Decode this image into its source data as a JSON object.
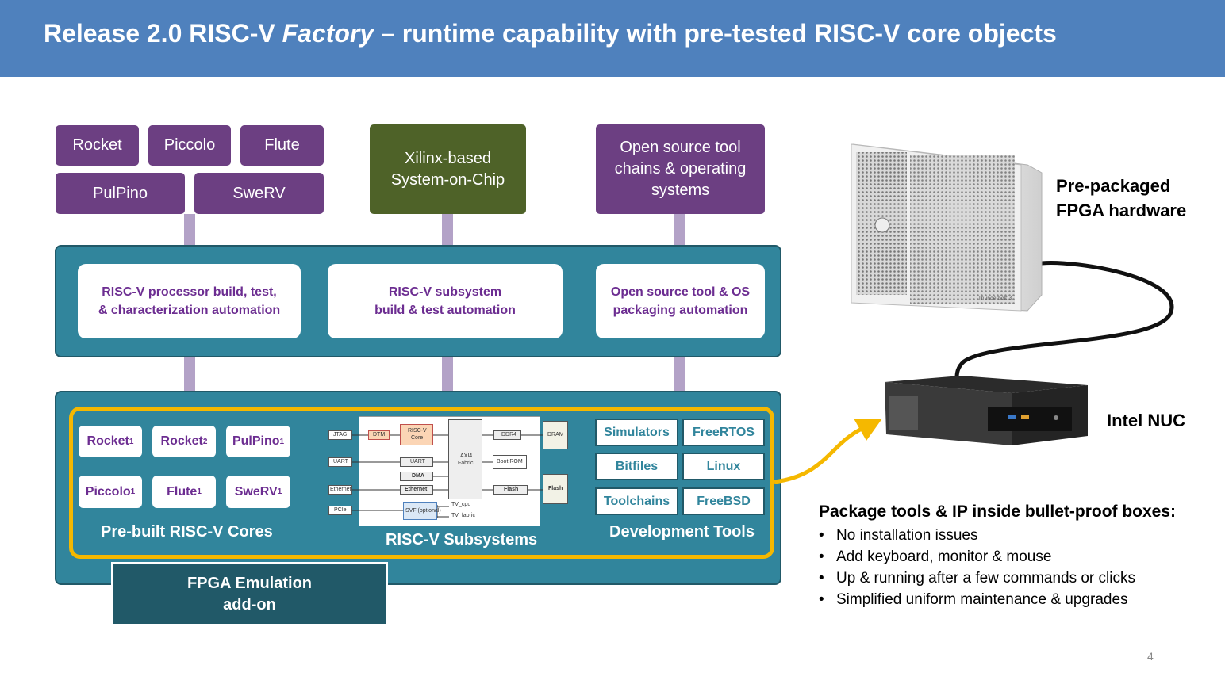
{
  "title": {
    "prefix": "Release 2.0 RISC-V ",
    "italic": "Factory",
    "suffix": " – runtime capability with pre-tested RISC-V core objects"
  },
  "top_row": {
    "cores": [
      "Rocket",
      "Piccolo",
      "Flute",
      "PulPino",
      "SweRV"
    ],
    "soc_line1": "Xilinx-based",
    "soc_line2": "System-on-Chip",
    "oss_line1": "Open source tool",
    "oss_line2": "chains & operating",
    "oss_line3": "systems"
  },
  "automation": {
    "proc_line1": "RISC-V processor build, test,",
    "proc_line2": "& characterization automation",
    "subsys_line1": "RISC-V subsystem",
    "subsys_line2": "build & test automation",
    "pkg_line1": "Open source tool & OS",
    "pkg_line2": "packaging automation"
  },
  "prebuilt": {
    "cores": [
      {
        "name": "Rocket",
        "sub": "1"
      },
      {
        "name": "Rocket",
        "sub": "2"
      },
      {
        "name": "PulPino",
        "sub": "1"
      },
      {
        "name": "Piccolo",
        "sub": "1"
      },
      {
        "name": "Flute",
        "sub": "1"
      },
      {
        "name": "SweRV",
        "sub": "1"
      }
    ],
    "label": "Pre-built RISC-V Cores"
  },
  "subsystems": {
    "label": "RISC-V Subsystems",
    "blocks": {
      "jtag": "JTAG",
      "uart_l": "UART",
      "ethernet_l": "Ethernet",
      "pcie": "PCIe",
      "dtm": "DTM",
      "core1": "RISC-V",
      "core2": "Core",
      "uart": "UART",
      "dma": "DMA",
      "ethernet": "Ethernet",
      "svf": "SVF (optional)",
      "fabric1": "AXI4",
      "fabric2": "Fabric",
      "ddr4": "DDR4",
      "bootrom": "Boot ROM",
      "flash": "Flash",
      "dram": "DRAM",
      "flash_r": "Flash",
      "tv_cpu": "TV_cpu",
      "tv_fabric": "TV_fabric"
    }
  },
  "devtools": {
    "items": [
      "Simulators",
      "FreeRTOS",
      "Bitfiles",
      "Linux",
      "Toolchains",
      "FreeBSD"
    ],
    "label": "Development Tools"
  },
  "fpga_addon": {
    "line1": "FPGA Emulation",
    "line2": "add-on"
  },
  "hardware": {
    "fpga_line1": "Pre-packaged",
    "fpga_line2": "FPGA hardware",
    "enclosure_badge": "Thunderbolt 3",
    "nuc": "Intel NUC"
  },
  "package": {
    "heading": "Package tools & IP inside bullet-proof boxes:",
    "bullets": [
      "No installation issues",
      "Add keyboard, monitor & mouse",
      "Up & running after a few commands or clicks",
      "Simplified uniform maintenance & upgrades"
    ]
  },
  "page_number": "4",
  "colors": {
    "header": "#4f81bd",
    "purple": "#6c3f82",
    "olive": "#4e6228",
    "teal": "#31859c",
    "dark_teal": "#215968",
    "arrow": "#b3a2c7",
    "yellow": "#f5b800"
  }
}
